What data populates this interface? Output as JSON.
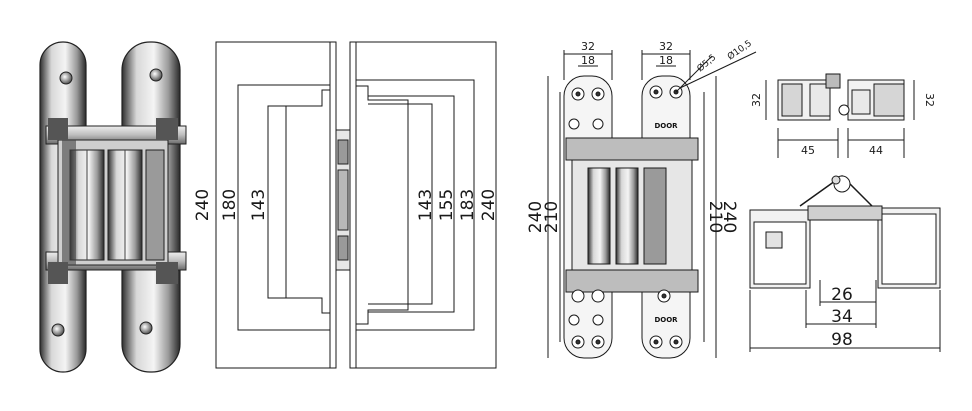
{
  "colors": {
    "line": "#1a1a1a",
    "metal_dark": "#3a3a3a",
    "metal_mid": "#8a8a8a",
    "metal_light": "#dcdcdc"
  },
  "section": {
    "dim_240_left": "240",
    "dim_180": "180",
    "dim_143_left": "143",
    "dim_143_right": "143",
    "dim_155": "155",
    "dim_183": "183",
    "dim_240_right": "240"
  },
  "front": {
    "dim_32_left": "32",
    "dim_18_left": "18",
    "dim_32_right": "32",
    "dim_18_right": "18",
    "dia_small": "Ø5,5",
    "dia_large": "Ø10,5",
    "dim_240_left": "240",
    "dim_210_left": "210",
    "dim_210_right": "210",
    "dim_240_right": "240",
    "brand_top": "DOOR",
    "brand_bottom": "DOOR"
  },
  "top_view": {
    "dim_32_left": "32",
    "dim_32_right": "32",
    "dim_45": "45",
    "dim_44": "44"
  },
  "open_view": {
    "dim_26": "26",
    "dim_34": "34",
    "dim_98": "98"
  }
}
